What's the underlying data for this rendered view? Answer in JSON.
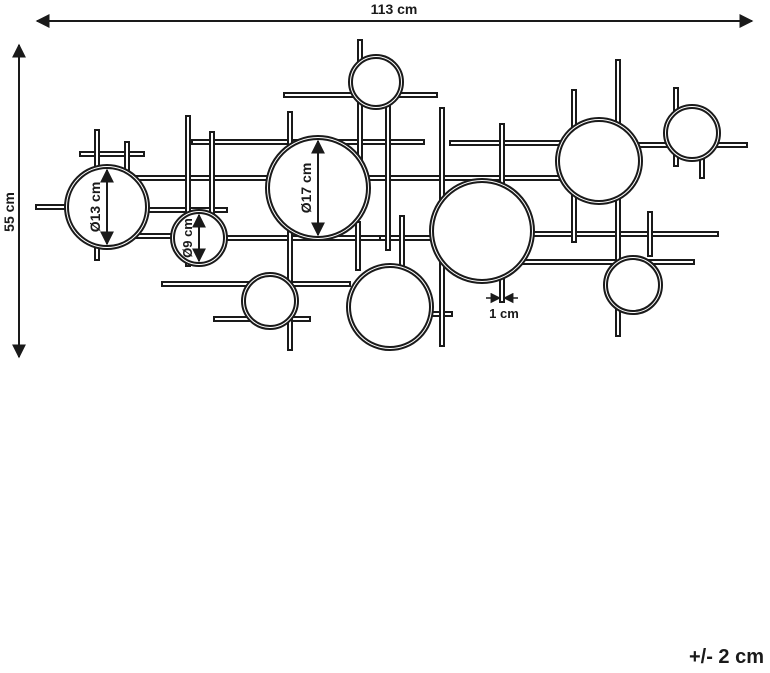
{
  "dimensions": {
    "width_label": "113 cm",
    "height_label": "55 cm",
    "d13_label": "Ø13 cm",
    "d9_label": "Ø9 cm",
    "d17_label": "Ø17 cm",
    "bar_label": "1 cm"
  },
  "tolerance": "+/- 2 cm",
  "colors": {
    "line": "#1a1a1a",
    "background": "#ffffff"
  }
}
